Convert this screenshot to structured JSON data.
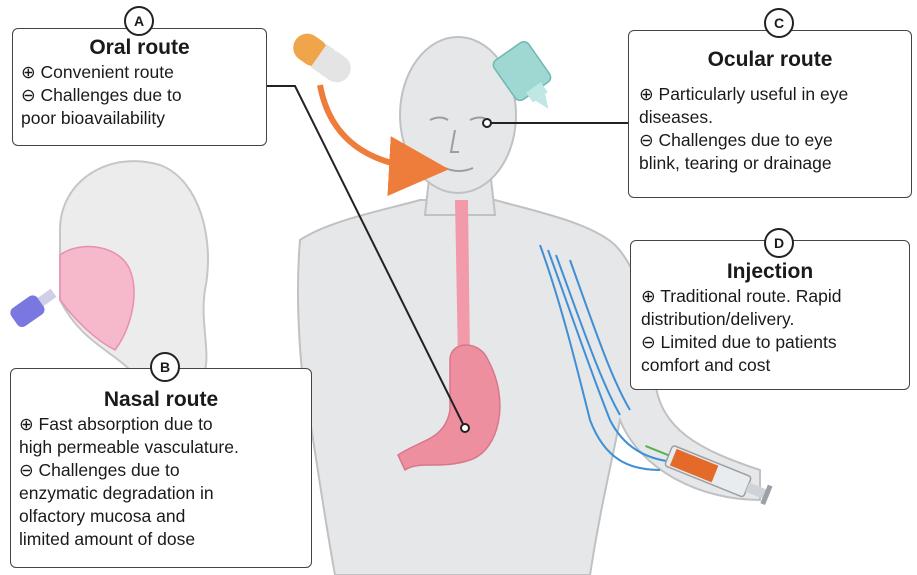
{
  "routes": {
    "oral": {
      "badge": "A",
      "title": "Oral route",
      "lines": [
        "⊕ Convenient route",
        "⊖ Challenges due to",
        "poor bioavailability"
      ]
    },
    "ocular": {
      "badge": "C",
      "title": "Ocular route",
      "lines": [
        "⊕ Particularly useful in eye",
        "diseases.",
        "⊖ Challenges due to eye",
        "blink, tearing or drainage"
      ]
    },
    "injection": {
      "badge": "D",
      "title": "Injection",
      "lines": [
        "⊕ Traditional route. Rapid",
        "distribution/delivery.",
        "⊖ Limited due to patients",
        "comfort and cost"
      ]
    },
    "nasal": {
      "badge": "B",
      "title": "Nasal route",
      "lines": [
        "⊕ Fast absorption due to",
        "high permeable vasculature.",
        "⊖ Challenges due to",
        "enzymatic degradation in",
        "olfactory mucosa and",
        "limited amount of dose"
      ]
    }
  },
  "colors": {
    "skin": "#e6e7e8",
    "skin_outline": "#bfc1c4",
    "esophagus": "#f29aa9",
    "stomach": "#ee8fa0",
    "arrow": "#ee7d3b",
    "vessels": "#3f8fd6",
    "capsule_orange": "#f1a54a",
    "capsule_white": "#e4e4e4",
    "eye_drop": "#9fd8d2",
    "nasal_spray": "#7a78e0",
    "syringe_fluid": "#e46a2a"
  },
  "icons": [
    "capsule-icon",
    "eye-drop-bottle-icon",
    "nasal-spray-icon",
    "syringe-icon"
  ]
}
